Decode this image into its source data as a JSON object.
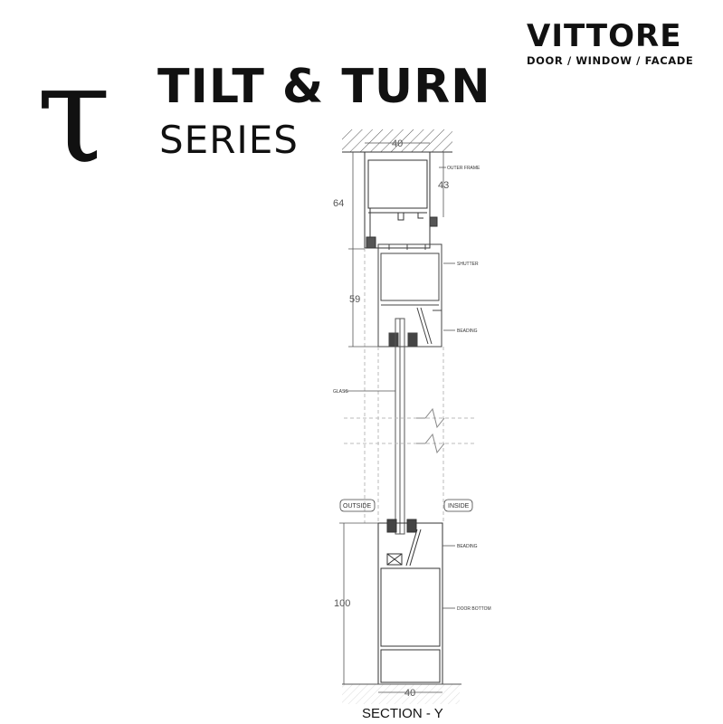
{
  "brand": {
    "name": "VITTORE",
    "tagline": "DOOR / WINDOW / FACADE"
  },
  "header": {
    "symbol": "τ",
    "title": "TILT & TURN",
    "subtitle": "SERIES"
  },
  "drawing": {
    "dimensions": {
      "top_width": "40",
      "frame_height": "64",
      "frame_right": "43",
      "shutter_height": "59",
      "bottom_height": "100",
      "bottom_width": "40"
    },
    "labels": {
      "outer_frame": "OUTER FRAME",
      "shutter": "SHUTTER",
      "beading_top": "BEADING",
      "glass": "GLASS",
      "outside": "OUTSIDE",
      "inside": "INSIDE",
      "beading_bottom": "BEADING",
      "door_bottom": "DOOR BOTTOM"
    },
    "caption": "SECTION - Y"
  }
}
